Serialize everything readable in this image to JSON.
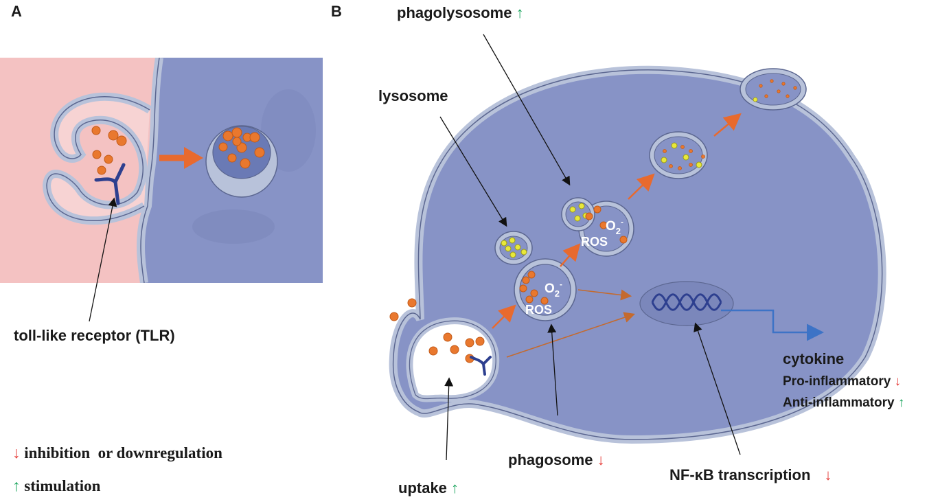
{
  "panel_a": {
    "letter": "A",
    "tlr_label": "toll-like receptor (TLR)"
  },
  "panel_b": {
    "letter": "B",
    "phagolysosome": {
      "label": "phagolysosome",
      "arrow": "↑"
    },
    "lysosome": {
      "label": "lysosome"
    },
    "phagosome": {
      "label": "phagosome",
      "arrow": "↓"
    },
    "uptake": {
      "label": "uptake",
      "arrow": "↑"
    },
    "nfkb": {
      "label": "NF-κB transcription",
      "arrow": "↓"
    },
    "cytokine": {
      "title": "cytokine",
      "pro": {
        "label": "Pro-inflammatory",
        "arrow": "↓"
      },
      "anti": {
        "label": "Anti-inflammatory",
        "arrow": "↑"
      }
    },
    "ros1": {
      "o2": "O",
      "sub": "2",
      "sup": "-",
      "ros": "ROS"
    },
    "ros2": {
      "o2": "O",
      "sub": "2",
      "sup": "-",
      "ros": "ROS"
    }
  },
  "legend": {
    "inhibition": {
      "arrow": "↓",
      "label": "inhibition  or downregulation"
    },
    "stimulation": {
      "arrow": "↑",
      "label": "stimulation"
    }
  },
  "colors": {
    "cell_fill": "#8793c6",
    "membrane": "#b8c2da",
    "outline": "#5b6690",
    "extracellular": "#f4c2c2",
    "particle": "#e9782e",
    "lysosome_dot": "#e8e83a",
    "process_arrow": "#e86a2e",
    "tlr": "#2d3f8f",
    "cytokine_line": "#3d73c6",
    "down_arrow": "#e53935",
    "up_arrow": "#16a35a"
  }
}
